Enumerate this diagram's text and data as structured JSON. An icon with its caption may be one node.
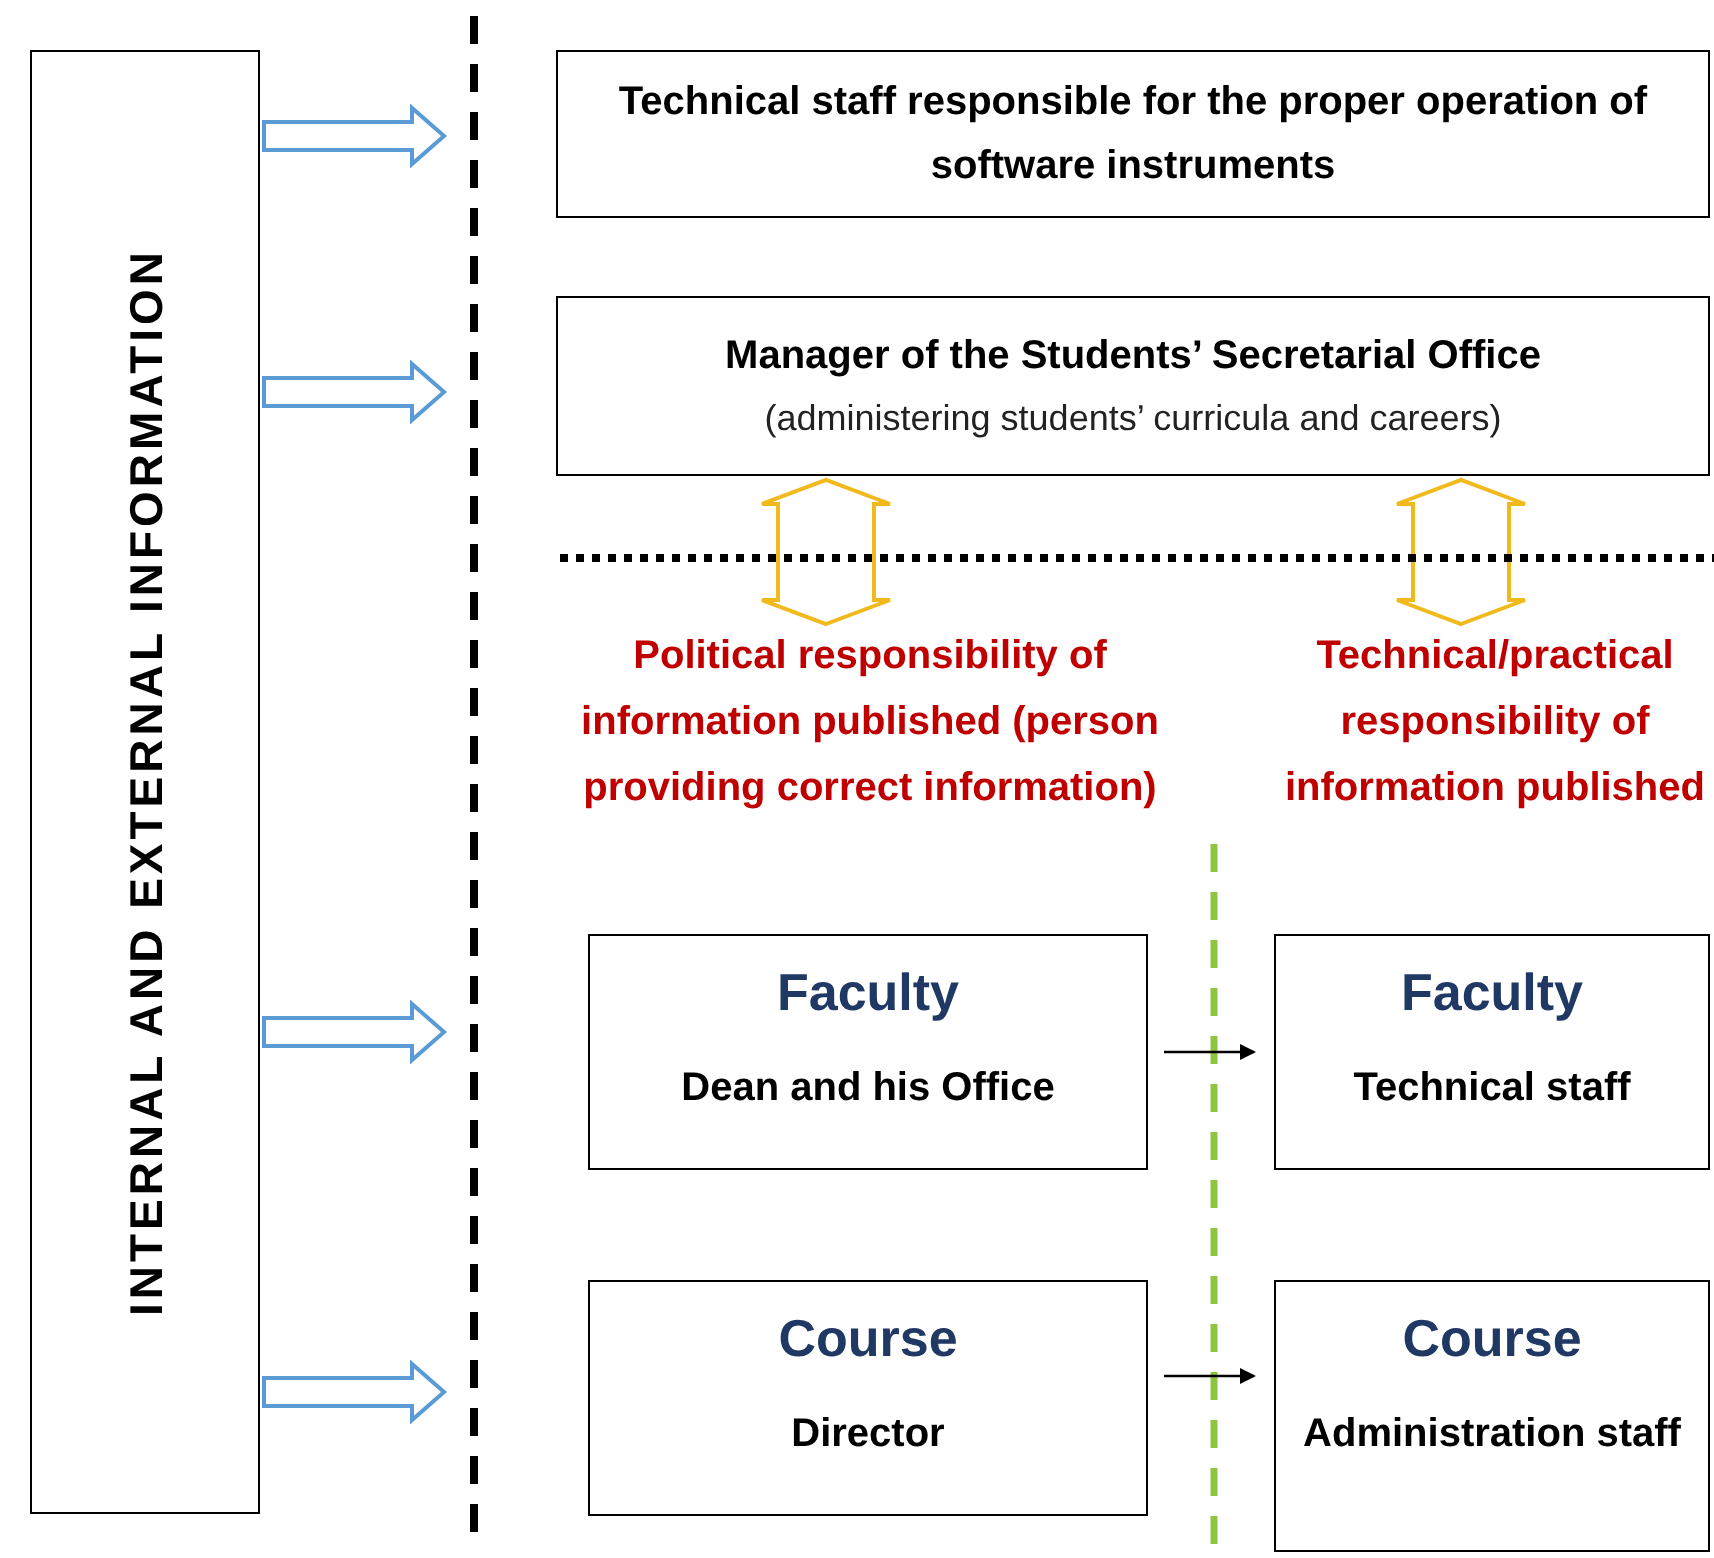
{
  "diagram": {
    "nodes": [
      {
        "text": [
          "INTERNAL AND EXTERNAL INFORMATION"
        ]
      },
      {
        "text": [
          "Technical staff responsible for the proper operation of software instruments"
        ]
      },
      {
        "text": [
          "Manager of the Students’ Secretarial Office",
          "(administering students’ curricula and careers)"
        ]
      },
      {
        "text": [
          "Political responsibility of information published (person providing correct information)"
        ]
      },
      {
        "text": [
          "Technical/practical responsibility of information published"
        ]
      },
      {
        "text": [
          "Faculty",
          "Dean and his Office"
        ]
      },
      {
        "text": [
          "Faculty",
          "Technical staff"
        ]
      },
      {
        "text": [
          "Course",
          "Director"
        ]
      },
      {
        "text": [
          "Course",
          "Administration staff"
        ]
      }
    ],
    "edges": [
      {
        "from": 0,
        "to": null,
        "arrow": "to",
        "color": "#5b9bd5"
      },
      {
        "from": 0,
        "to": null,
        "arrow": "to",
        "color": "#5b9bd5"
      },
      {
        "from": 0,
        "to": null,
        "arrow": "to",
        "color": "#5b9bd5"
      },
      {
        "from": 0,
        "to": null,
        "arrow": "to",
        "color": "#5b9bd5"
      },
      {
        "from": 3,
        "to": 2,
        "arrow": "both",
        "color": "#f2b91c"
      },
      {
        "from": 4,
        "to": 2,
        "arrow": "both",
        "color": "#f2b91c"
      },
      {
        "from": 5,
        "to": 6,
        "arrow": "to"
      },
      {
        "from": 7,
        "to": 8,
        "arrow": "to"
      }
    ]
  }
}
